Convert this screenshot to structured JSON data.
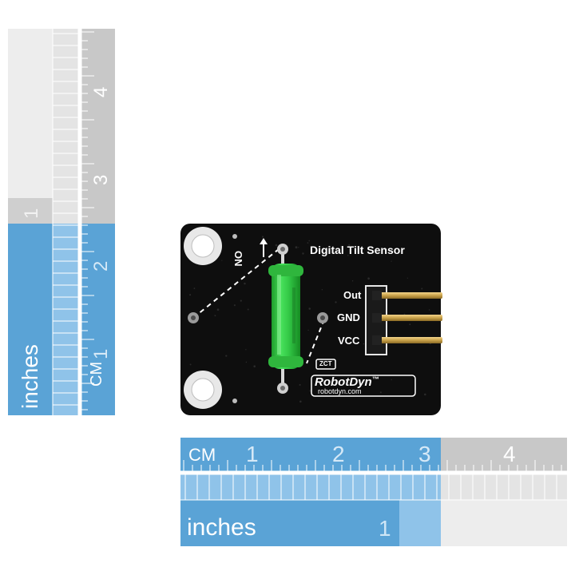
{
  "vertical_ruler": {
    "cm_unit": "CM",
    "cm_numbers": [
      "1",
      "2",
      "3",
      "4"
    ],
    "inch_unit": "inches",
    "inch_numbers": [
      "1"
    ]
  },
  "horizontal_ruler": {
    "cm_unit": "CM",
    "cm_numbers": [
      "1",
      "2",
      "3",
      "4"
    ],
    "inch_unit": "inches",
    "inch_numbers": [
      "1"
    ]
  },
  "board": {
    "title": "Digital Tilt Sensor",
    "on_label": "ON",
    "pin_labels": [
      "Out",
      "GND",
      "VCC"
    ],
    "brand": "RobotDyn",
    "trademark": "™",
    "website": "robotdyn.com",
    "chip_marking": "ZCT",
    "colors": {
      "pcb": "#0e0e0e",
      "sensor_body": "#2fc23f",
      "ruler_blue": "#5aa3d6",
      "ruler_gray": "#c8c8c8"
    }
  }
}
